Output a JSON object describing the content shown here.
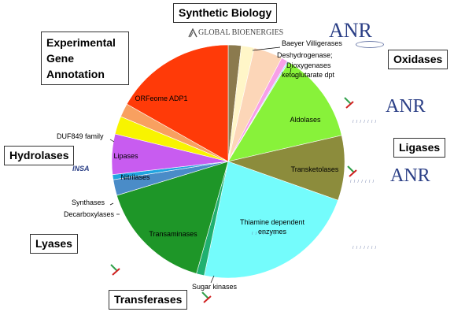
{
  "chart_data": {
    "type": "pie",
    "slices": [
      {
        "label": "",
        "value": 1.8,
        "color": "#8b7a4e"
      },
      {
        "label": "Baeyer Villigerases",
        "value": 1.8,
        "color": "#fff6c8"
      },
      {
        "label": "Deshydrogenase;",
        "value": 4.0,
        "color": "#fcd6b8"
      },
      {
        "label": "Dioxygenases",
        "value": 0.9,
        "color": "#f7a0e8"
      },
      {
        "label": "ketoglutarate dpt",
        "value": 0.2,
        "color": "#a4e8ff"
      },
      {
        "label": "Aldolases",
        "value": 12.7,
        "color": "#88f23a"
      },
      {
        "label": "Transketolases",
        "value": 9.0,
        "color": "#8c8c3c"
      },
      {
        "label": "Thiamine dependent enzymes",
        "value": 22.9,
        "color": "#74fcfc"
      },
      {
        "label": "Sugar kinases",
        "value": 1.1,
        "color": "#20b070"
      },
      {
        "label": "Transaminases",
        "value": 15.9,
        "color": "#1e9628"
      },
      {
        "label": "Decarboxylases",
        "value": 2.2,
        "color": "#4a8cc8"
      },
      {
        "label": "Synthases",
        "value": 0.7,
        "color": "#20a4e0"
      },
      {
        "label": "Nitrilases",
        "value": 5.6,
        "color": "#c85cf0"
      },
      {
        "label": "Lipases",
        "value": 2.5,
        "color": "#f8f400"
      },
      {
        "label": "DUF849 family",
        "value": 1.9,
        "color": "#f8a060"
      },
      {
        "label": "ORFeome ADP1",
        "value": 16.8,
        "color": "#ff3a08"
      }
    ]
  },
  "categories": {
    "synthetic_biology": "Synthetic Biology",
    "experimental": "Experimental Gene Annotation",
    "oxidases": "Oxidases",
    "ligases": "Ligases",
    "hydrolases": "Hydrolases",
    "lyases": "Lyases",
    "transferases": "Transferases"
  },
  "logos": {
    "global_bioenergies": "GLOBAL BIOENERGIES",
    "anr": "ANR",
    "insa": "INSA"
  },
  "colors": {
    "leader_line": "#000000",
    "logo_blue": "#2b3f86"
  }
}
